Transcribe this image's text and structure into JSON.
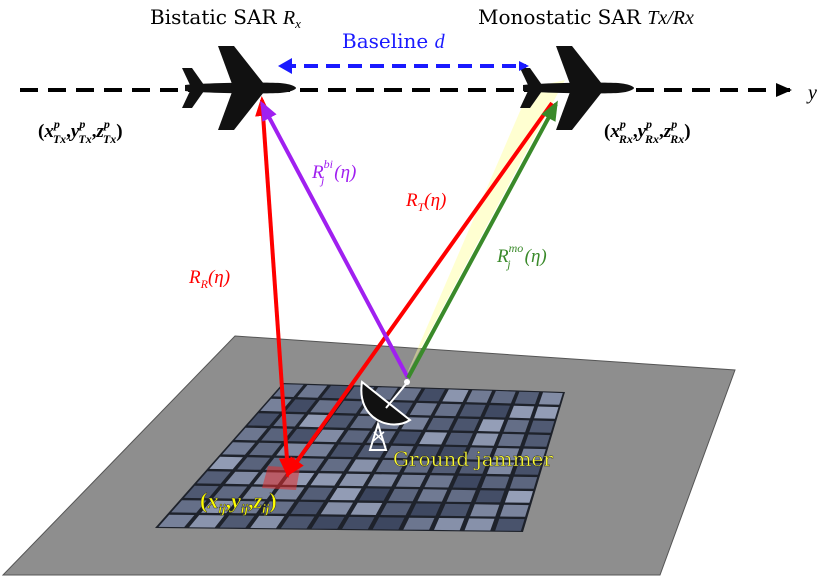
{
  "title_left": {
    "prefix": "Bistatic SAR ",
    "var": "R",
    "sub": "x"
  },
  "title_right": {
    "prefix": "Monostatic SAR ",
    "var": "Tx/Rx"
  },
  "baseline": {
    "prefix": "Baseline ",
    "var": "d"
  },
  "axis_label": "y",
  "coord_left": {
    "open": "(",
    "x": "x",
    "x_sup": "p",
    "x_sub": "Tx",
    "y": "y",
    "y_sup": "p",
    "y_sub": "Tx",
    "z": "z",
    "z_sup": "p",
    "z_sub": "Tx",
    "sep": ",",
    "close": ")"
  },
  "coord_right": {
    "open": "(",
    "x": "x",
    "x_sup": "p",
    "x_sub": "Rx",
    "y": "y",
    "y_sup": "p",
    "y_sub": "Rx",
    "z": "z",
    "z_sup": "p",
    "z_sub": "Rx",
    "sep": ",",
    "close": ")"
  },
  "r_bi": {
    "var": "R",
    "sub": "j",
    "sup": "bi",
    "arg": "(η)"
  },
  "r_t": {
    "var": "R",
    "sub": "T",
    "arg": "(η)"
  },
  "r_mo": {
    "var": "R",
    "sub": "j",
    "sup": "mo",
    "arg": "(η)"
  },
  "r_r": {
    "var": "R",
    "sub": "R",
    "arg": "(η)"
  },
  "ground_jammer": "Ground jammer",
  "target_coord": {
    "open": "(",
    "x": "x",
    "x_sub": "ij",
    "y": "y",
    "y_sub": "ij",
    "z": "z",
    "z_sub": "ij",
    "sep": ",",
    "close": ")"
  },
  "colors": {
    "r_bi": "#a020f0",
    "r_t": "#ff0000",
    "r_r": "#ff0000",
    "r_mo": "#3a8a2a",
    "baseline": "#1a1aff",
    "jammer_label": "#ffff33",
    "target_label": "#ffff00",
    "ground_plane": "#8e8e8e",
    "grid_cell": "#3b4150"
  }
}
